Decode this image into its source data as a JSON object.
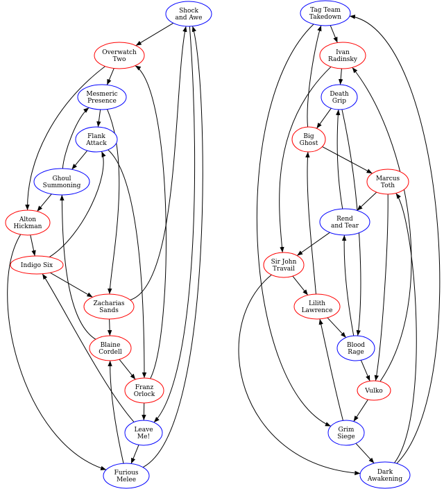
{
  "graph": {
    "nodes": [
      {
        "id": "shock",
        "lines": [
          "Shock",
          "and Awe"
        ],
        "color": "#0000ff"
      },
      {
        "id": "overwatch",
        "lines": [
          "Overwatch",
          "Two"
        ],
        "color": "#ff0000"
      },
      {
        "id": "mesmeric",
        "lines": [
          "Mesmeric",
          "Presence"
        ],
        "color": "#0000ff"
      },
      {
        "id": "flank",
        "lines": [
          "Flank",
          "Attack"
        ],
        "color": "#0000ff"
      },
      {
        "id": "ghoul",
        "lines": [
          "Ghoul",
          "Summoning"
        ],
        "color": "#0000ff"
      },
      {
        "id": "alton",
        "lines": [
          "Alton",
          "Hickman"
        ],
        "color": "#ff0000"
      },
      {
        "id": "indigo",
        "lines": [
          "Indigo Six"
        ],
        "color": "#ff0000"
      },
      {
        "id": "zacharias",
        "lines": [
          "Zacharias",
          "Sands"
        ],
        "color": "#ff0000"
      },
      {
        "id": "blaine",
        "lines": [
          "Blaine",
          "Cordell"
        ],
        "color": "#ff0000"
      },
      {
        "id": "franz",
        "lines": [
          "Franz",
          "Orlock"
        ],
        "color": "#ff0000"
      },
      {
        "id": "leave",
        "lines": [
          "Leave",
          "Me!"
        ],
        "color": "#0000ff"
      },
      {
        "id": "furious",
        "lines": [
          "Furious",
          "Melee"
        ],
        "color": "#0000ff"
      },
      {
        "id": "tagteam",
        "lines": [
          "Tag Team",
          "Takedown"
        ],
        "color": "#0000ff"
      },
      {
        "id": "ivan",
        "lines": [
          "Ivan",
          "Radinsky"
        ],
        "color": "#ff0000"
      },
      {
        "id": "deathgrip",
        "lines": [
          "Death",
          "Grip"
        ],
        "color": "#0000ff"
      },
      {
        "id": "bigghost",
        "lines": [
          "Big",
          "Ghost"
        ],
        "color": "#ff0000"
      },
      {
        "id": "marcus",
        "lines": [
          "Marcus",
          "Toth"
        ],
        "color": "#ff0000"
      },
      {
        "id": "rend",
        "lines": [
          "Rend",
          "and Tear"
        ],
        "color": "#0000ff"
      },
      {
        "id": "sirjohn",
        "lines": [
          "Sir John",
          "Travail"
        ],
        "color": "#ff0000"
      },
      {
        "id": "lilith",
        "lines": [
          "Lilith",
          "Lawrence"
        ],
        "color": "#ff0000"
      },
      {
        "id": "bloodrage",
        "lines": [
          "Blood",
          "Rage"
        ],
        "color": "#0000ff"
      },
      {
        "id": "vulko",
        "lines": [
          "Vulko"
        ],
        "color": "#ff0000"
      },
      {
        "id": "grimsiege",
        "lines": [
          "Grim",
          "Siege"
        ],
        "color": "#0000ff"
      },
      {
        "id": "darkawakening",
        "lines": [
          "Dark",
          "Awakening"
        ],
        "color": "#0000ff"
      }
    ],
    "edges": [
      [
        "shock",
        "overwatch"
      ],
      [
        "overwatch",
        "mesmeric"
      ],
      [
        "overwatch",
        "alton"
      ],
      [
        "mesmeric",
        "flank"
      ],
      [
        "mesmeric",
        "zacharias"
      ],
      [
        "flank",
        "ghoul"
      ],
      [
        "flank",
        "franz"
      ],
      [
        "ghoul",
        "alton"
      ],
      [
        "ghoul",
        "mesmeric"
      ],
      [
        "alton",
        "indigo"
      ],
      [
        "alton",
        "furious"
      ],
      [
        "indigo",
        "flank"
      ],
      [
        "indigo",
        "zacharias"
      ],
      [
        "zacharias",
        "shock"
      ],
      [
        "zacharias",
        "blaine"
      ],
      [
        "blaine",
        "ghoul"
      ],
      [
        "blaine",
        "franz"
      ],
      [
        "franz",
        "overwatch"
      ],
      [
        "franz",
        "leave"
      ],
      [
        "shock",
        "leave"
      ],
      [
        "leave",
        "indigo"
      ],
      [
        "leave",
        "furious"
      ],
      [
        "furious",
        "blaine"
      ],
      [
        "furious",
        "shock"
      ],
      [
        "tagteam",
        "ivan"
      ],
      [
        "tagteam",
        "grimsiege"
      ],
      [
        "ivan",
        "deathgrip"
      ],
      [
        "ivan",
        "sirjohn"
      ],
      [
        "deathgrip",
        "bigghost"
      ],
      [
        "deathgrip",
        "bloodrage"
      ],
      [
        "bigghost",
        "tagteam"
      ],
      [
        "bigghost",
        "marcus"
      ],
      [
        "marcus",
        "rend"
      ],
      [
        "marcus",
        "vulko"
      ],
      [
        "rend",
        "deathgrip"
      ],
      [
        "rend",
        "sirjohn"
      ],
      [
        "sirjohn",
        "lilith"
      ],
      [
        "sirjohn",
        "darkawakening"
      ],
      [
        "lilith",
        "bigghost"
      ],
      [
        "lilith",
        "bloodrage"
      ],
      [
        "bloodrage",
        "rend"
      ],
      [
        "bloodrage",
        "vulko"
      ],
      [
        "vulko",
        "ivan"
      ],
      [
        "vulko",
        "grimsiege"
      ],
      [
        "grimsiege",
        "lilith"
      ],
      [
        "grimsiege",
        "darkawakening"
      ],
      [
        "darkawakening",
        "tagteam"
      ],
      [
        "darkawakening",
        "marcus"
      ]
    ]
  }
}
